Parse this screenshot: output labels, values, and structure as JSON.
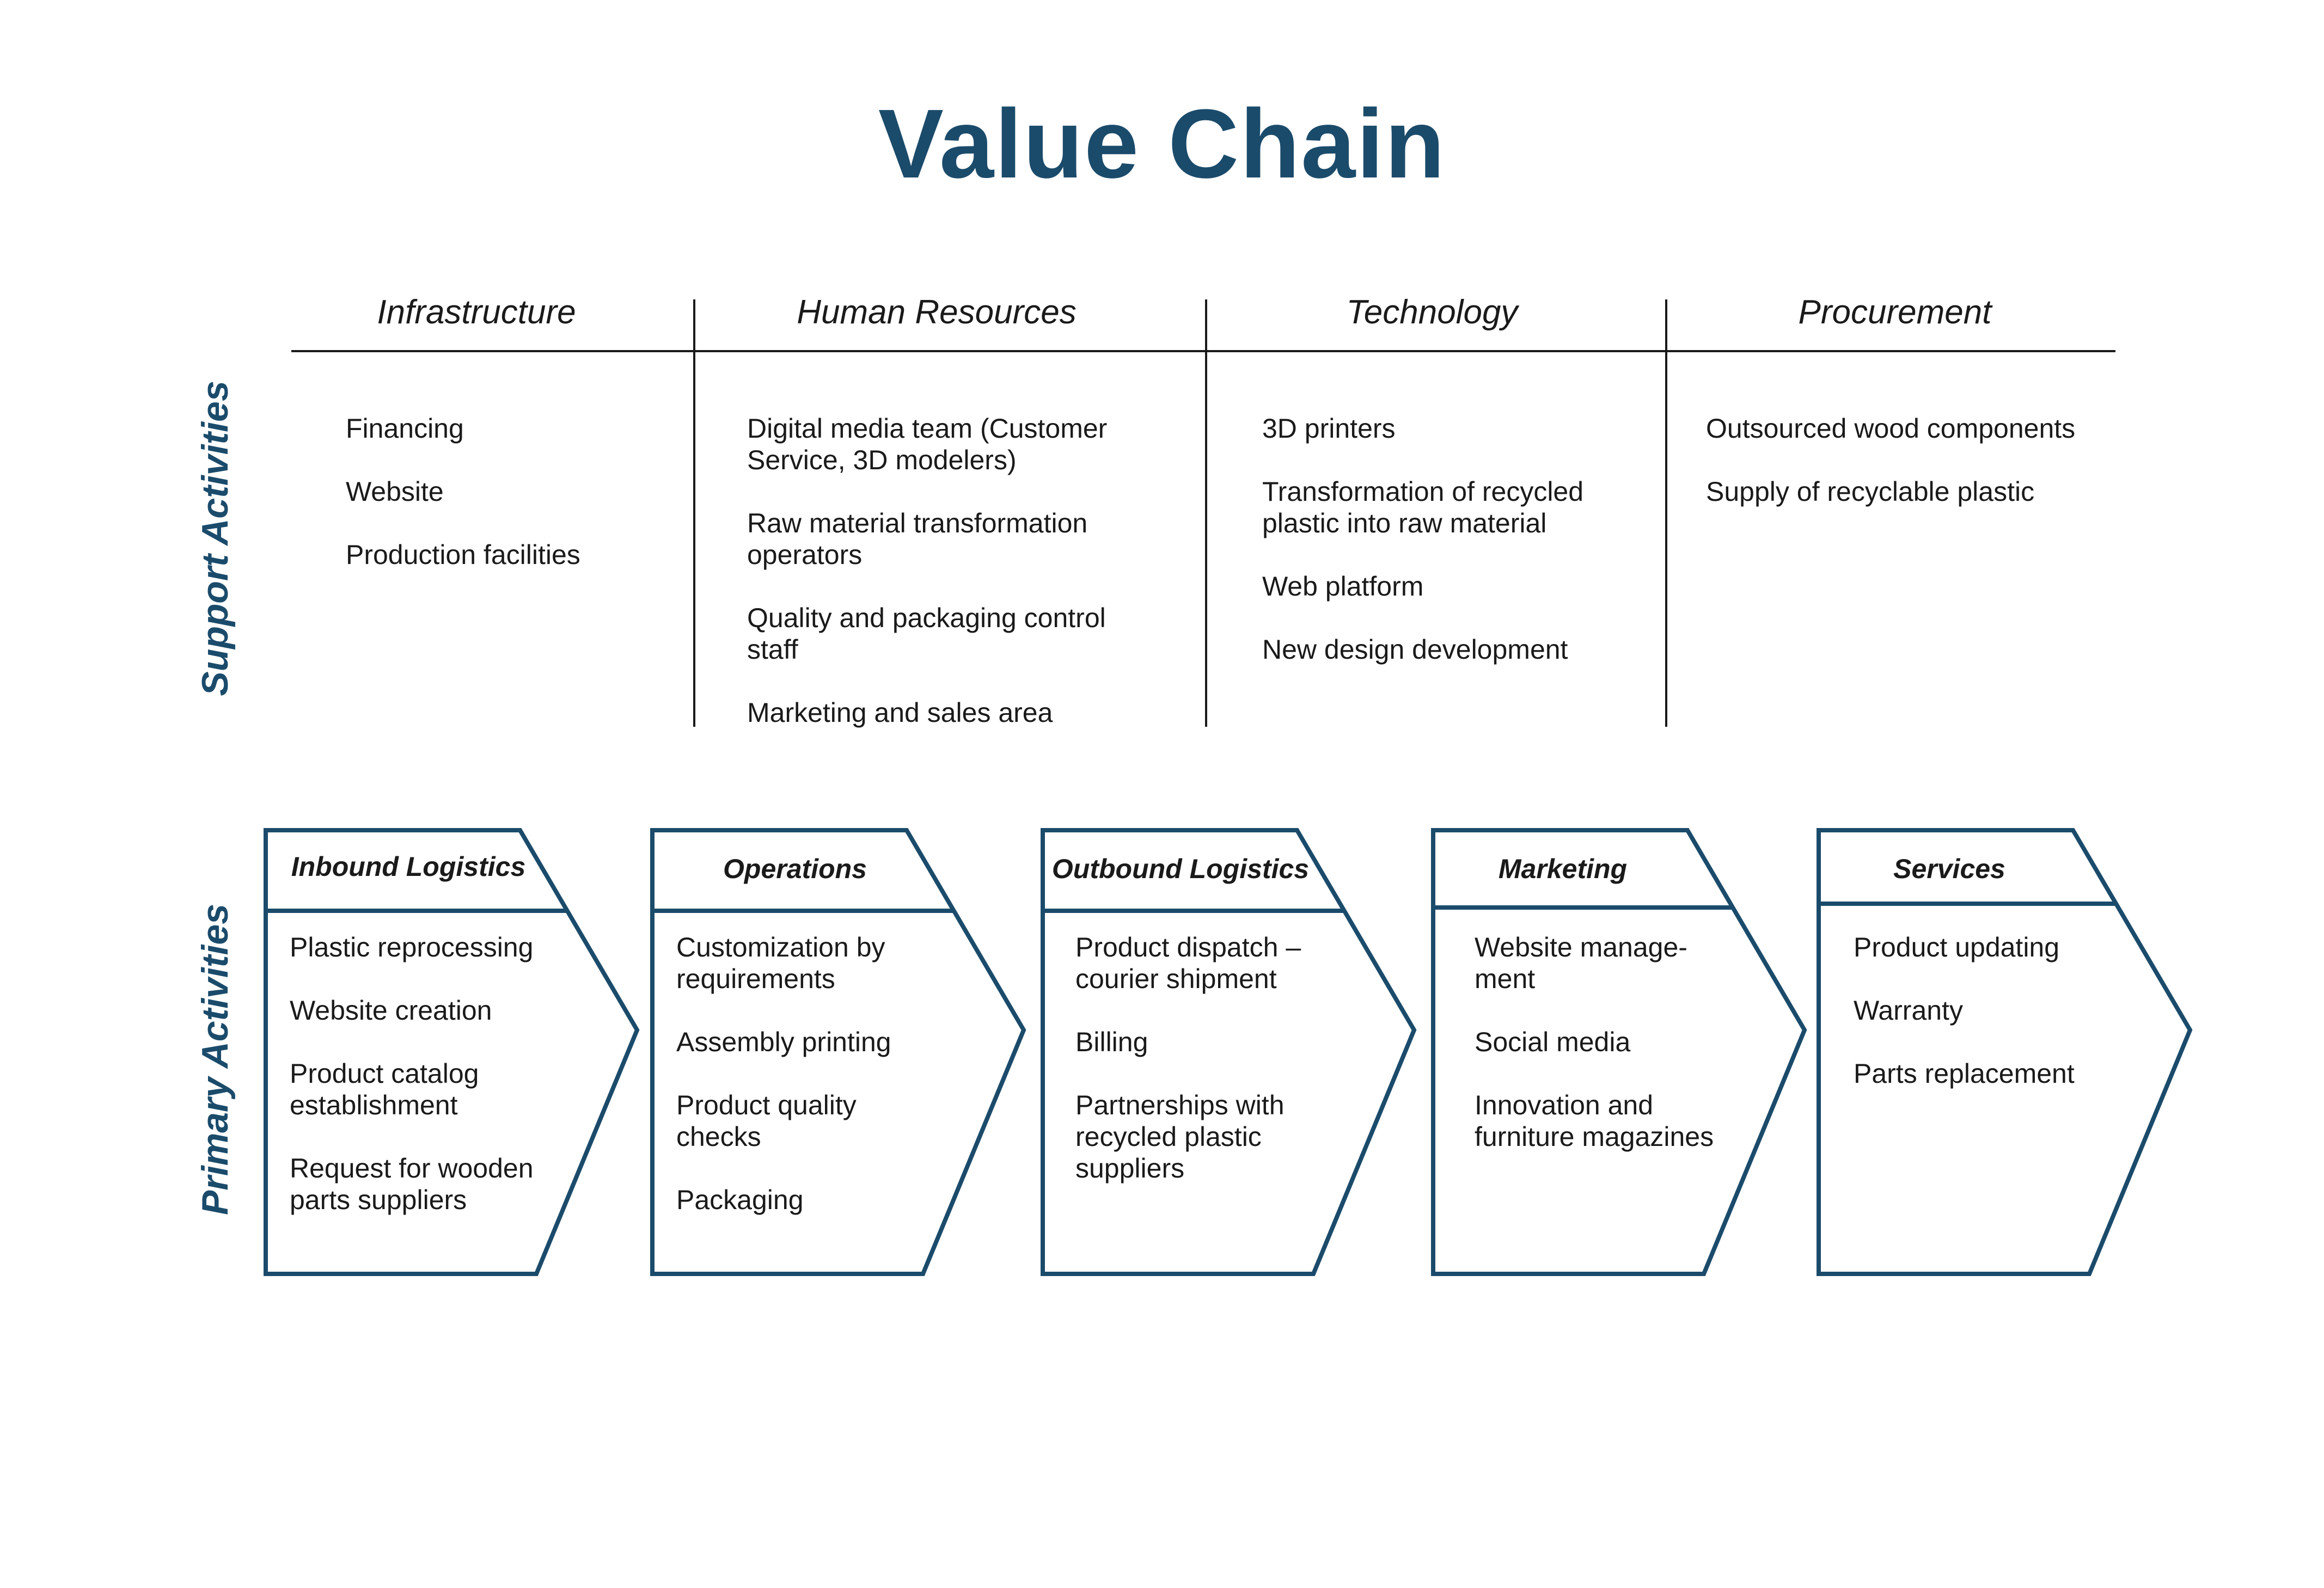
{
  "title": "Value Chain",
  "support_label": "Support Activities",
  "primary_label": "Primary Activities",
  "colors": {
    "accent": "#1b4b6b",
    "text": "#1a1a1a",
    "line": "#1a1a1a"
  },
  "support": [
    {
      "heading": "Infrastructure",
      "items": [
        "Financing",
        "Website",
        "Production facilities"
      ]
    },
    {
      "heading": "Human Resources",
      "items": [
        "Digital media team (Customer\nService, 3D modelers)",
        "Raw material transformation\noperators",
        "Quality and packaging control\nstaff",
        "Marketing and sales area"
      ]
    },
    {
      "heading": "Technology",
      "items": [
        "3D printers",
        "Transformation of recycled\nplastic into raw material",
        "Web platform",
        "New design development"
      ]
    },
    {
      "heading": "Procurement",
      "items": [
        "Outsourced wood components",
        "Supply of recyclable plastic"
      ]
    }
  ],
  "primary": [
    {
      "heading": "Inbound Logistics",
      "items": [
        "Plastic reprocessing",
        "Website creation",
        "Product catalog\nestablishment",
        "Request for wooden\nparts suppliers"
      ]
    },
    {
      "heading": "Operations",
      "items": [
        "Customization by\nrequirements",
        "Assembly printing",
        "Product quality\nchecks",
        "Packaging"
      ]
    },
    {
      "heading": "Outbound Logistics",
      "items": [
        "Product dispatch –\ncourier shipment",
        "Billing",
        "Partnerships with\nrecycled plastic\nsuppliers"
      ]
    },
    {
      "heading": "Marketing",
      "items": [
        "Website manage-\nment",
        "Social media",
        "Innovation and\nfurniture magazines"
      ]
    },
    {
      "heading": "Services",
      "items": [
        "Product updating",
        "Warranty",
        "Parts replacement"
      ]
    }
  ]
}
